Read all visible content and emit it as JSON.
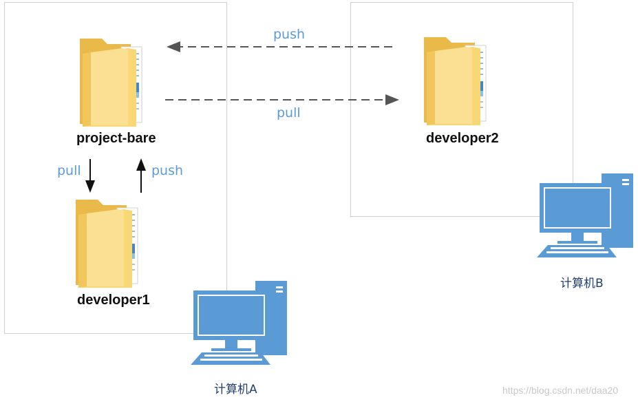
{
  "machines": [
    {
      "name": "计算机A"
    },
    {
      "name": "计算机B"
    }
  ],
  "repos": {
    "bare": "project-bare",
    "dev1": "developer1",
    "dev2": "developer2"
  },
  "arrows": {
    "top_push": "push",
    "top_pull": "pull",
    "left_pull": "pull",
    "left_push": "push"
  },
  "icons": {
    "folder": "folder-icon",
    "computer": "computer-icon"
  },
  "colors": {
    "accent_blue": "#5b9bd5",
    "computer_blue": "#5b9bd5",
    "folder_yellow": "#f8d775",
    "dashed_arrow": "#555555"
  },
  "watermark": "https://blog.csdn.net/daa20"
}
